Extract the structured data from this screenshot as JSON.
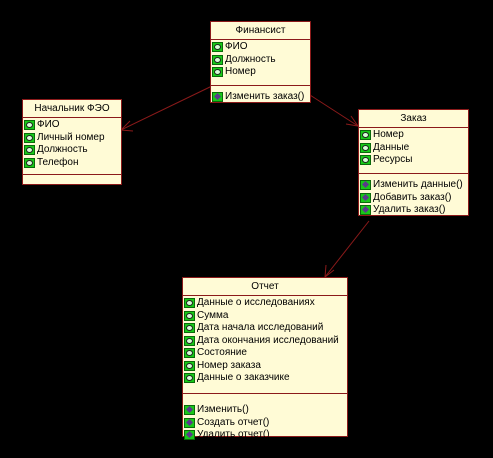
{
  "colors": {
    "background": "#000000",
    "box_fill": "#fffbd6",
    "box_border": "#8b1a1a",
    "link": "#8b1a1a",
    "icon_fill": "#18c818"
  },
  "classes": {
    "financist": {
      "title": "Финансист",
      "attributes": [
        "ФИО",
        "Должность",
        "Номер"
      ],
      "operations": [
        "Изменить заказ()"
      ]
    },
    "head_feo": {
      "title": "Начальник ФЭО",
      "attributes": [
        "ФИО",
        "Личный номер",
        "Должность",
        "Телефон"
      ],
      "operations": []
    },
    "order": {
      "title": "Заказ",
      "attributes": [
        "Номер",
        "Данные",
        "Ресурсы"
      ],
      "operations": [
        "Изменить данные()",
        "Добавить заказ()",
        "Удалить заказ()"
      ]
    },
    "report": {
      "title": "Отчет",
      "attributes": [
        "Данные о исследованиях",
        "Сумма",
        "Дата начала исследований",
        "Дата окончания исследований",
        "Состояние",
        "Номер заказа",
        "Данные о заказчике"
      ],
      "operations": [
        "Изменить()",
        "Создать отчет()",
        "Удалить отчет()"
      ]
    }
  },
  "associations": [
    {
      "from": "financist",
      "to": "head_feo"
    },
    {
      "from": "financist",
      "to": "order"
    },
    {
      "from": "order",
      "to": "report"
    }
  ]
}
